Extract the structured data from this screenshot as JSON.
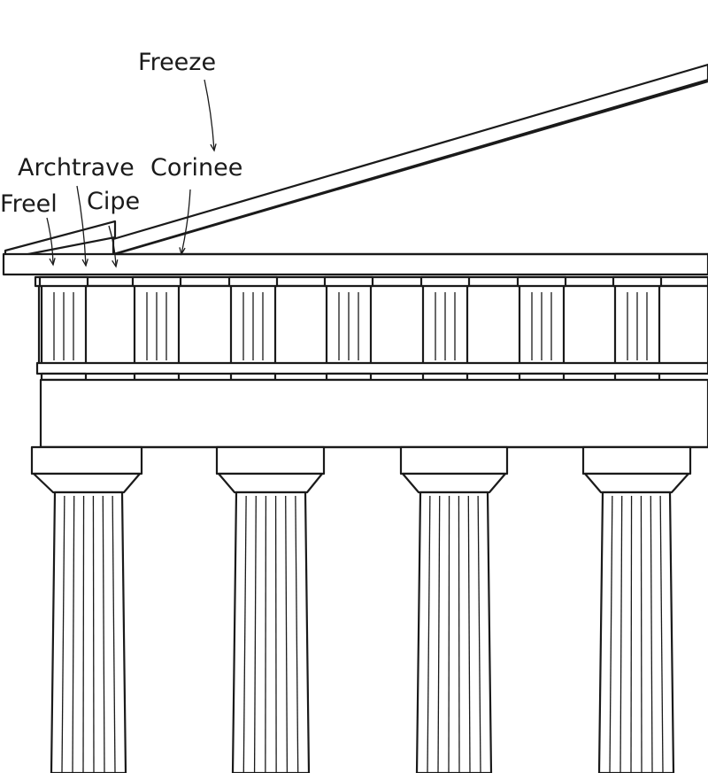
{
  "labels": {
    "freeze": "Freeze",
    "archtrave": "Archtrave",
    "corinee": "Corinee",
    "freel": "Freel",
    "cipe": "Cipe"
  },
  "colors": {
    "line": "#1a1a1a",
    "background": "#ffffff"
  }
}
